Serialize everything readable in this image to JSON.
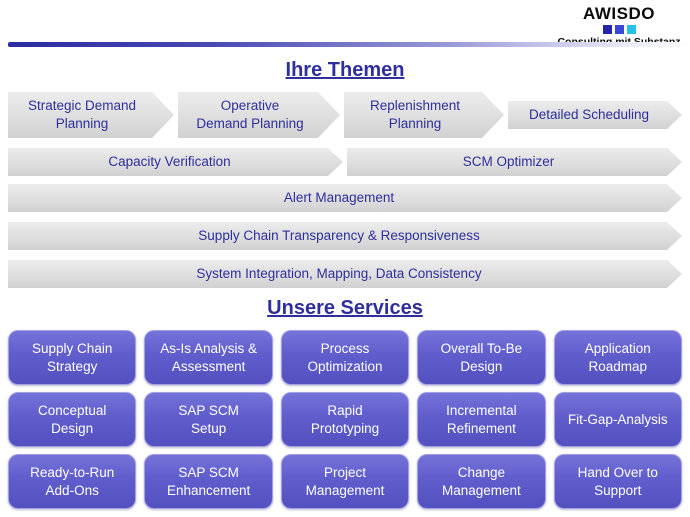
{
  "logo": {
    "title": "AWISDO",
    "tagline": "Consulting mit Substanz",
    "square_colors": [
      "#2424a8",
      "#3a47d5",
      "#27c0e6"
    ]
  },
  "headings": {
    "themes": "Ihre Themen",
    "services": "Unsere Services"
  },
  "themes": {
    "row1": [
      "Strategic Demand\nPlanning",
      "Operative\nDemand Planning",
      "Replenishment\nPlanning",
      "Detailed Scheduling"
    ],
    "row2": [
      "Capacity Verification",
      "SCM Optimizer"
    ],
    "row3": [
      "Alert Management"
    ],
    "row4": [
      "Supply Chain Transparency & Responsiveness"
    ],
    "row5": [
      "System Integration, Mapping, Data Consistency"
    ]
  },
  "services": {
    "rows": [
      [
        "Supply Chain\nStrategy",
        "As-Is Analysis &\nAssessment",
        "Process\nOptimization",
        "Overall To-Be\nDesign",
        "Application\nRoadmap"
      ],
      [
        "Conceptual\nDesign",
        "SAP SCM\nSetup",
        "Rapid\nPrototyping",
        "Incremental\nRefinement",
        "Fit-Gap-Analysis"
      ],
      [
        "Ready-to-Run\nAdd-Ons",
        "SAP SCM\nEnhancement",
        "Project\nManagement",
        "Change\nManagement",
        "Hand Over to\nSupport"
      ]
    ]
  },
  "colors": {
    "accent_blue": "#2e2f9c",
    "button_purple": "#5b58c8",
    "arrow_gray": "#dcdcdc",
    "divider_blue": "#2b2ba2"
  }
}
